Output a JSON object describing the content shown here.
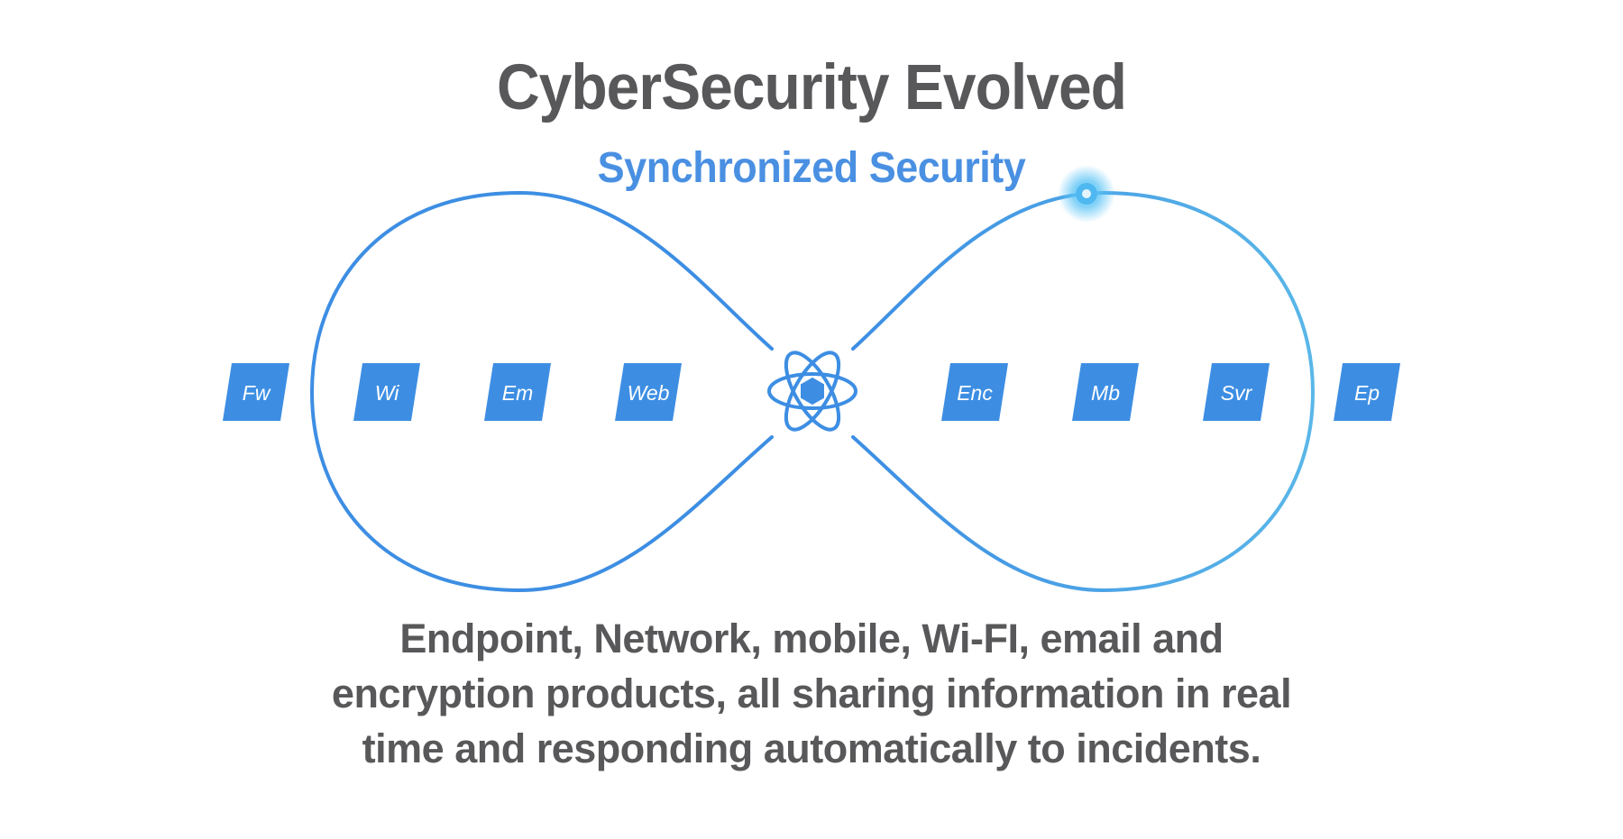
{
  "title": "CyberSecurity Evolved",
  "subtitle": "Synchronized Security",
  "colors": {
    "accent": "#3d8ee3",
    "accent_light": "#58b6e8",
    "text": "#58585a",
    "tile_text": "#ffffff"
  },
  "center_icon": "atom-hexagon-icon",
  "nodes": [
    {
      "id": "fw",
      "label": "Fw"
    },
    {
      "id": "wi",
      "label": "Wi"
    },
    {
      "id": "em",
      "label": "Em"
    },
    {
      "id": "web",
      "label": "Web"
    },
    {
      "id": "enc",
      "label": "Enc"
    },
    {
      "id": "mb",
      "label": "Mb"
    },
    {
      "id": "svr",
      "label": "Svr"
    },
    {
      "id": "ep",
      "label": "Ep"
    }
  ],
  "description_lines": [
    "Endpoint, Network, mobile, Wi-FI, email and",
    "encryption products, all sharing information in real",
    "time and responding automatically to incidents."
  ]
}
